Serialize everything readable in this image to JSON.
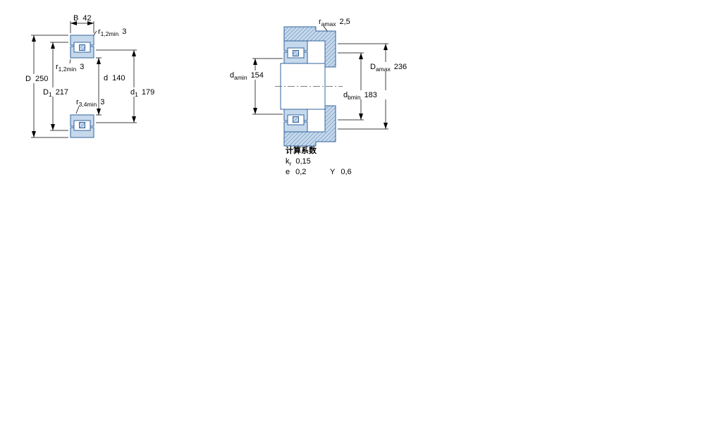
{
  "left_view": {
    "B": {
      "base": "B",
      "value": "42"
    },
    "r12_top": {
      "base": "r",
      "sub": "1,2min",
      "value": "3"
    },
    "r12_left": {
      "base": "r",
      "sub": "1,2min",
      "value": "3"
    },
    "r34": {
      "base": "r",
      "sub": "3,4min",
      "value": "3"
    },
    "D": {
      "base": "D",
      "value": "250"
    },
    "D1": {
      "base": "D",
      "sub": "1",
      "value": "217"
    },
    "d": {
      "base": "d",
      "value": "140"
    },
    "d1": {
      "base": "d",
      "sub": "1",
      "value": "179"
    }
  },
  "right_view": {
    "ra": {
      "base": "r",
      "sub": "amax",
      "value": "2,5"
    },
    "da": {
      "base": "d",
      "sub": "amin",
      "value": "154"
    },
    "Da": {
      "base": "D",
      "sub": "amax",
      "value": "236"
    },
    "db": {
      "base": "d",
      "sub": "bmin",
      "value": "183"
    }
  },
  "factors": {
    "title": "计算系数",
    "kr": {
      "base": "k",
      "sub": "r",
      "value": "0,15"
    },
    "e": {
      "base": "e",
      "value": "0,2"
    },
    "Y": {
      "base": "Y",
      "value": "0,6"
    }
  },
  "colors": {
    "fill": "#c6d9ec",
    "stroke": "#31639c"
  }
}
